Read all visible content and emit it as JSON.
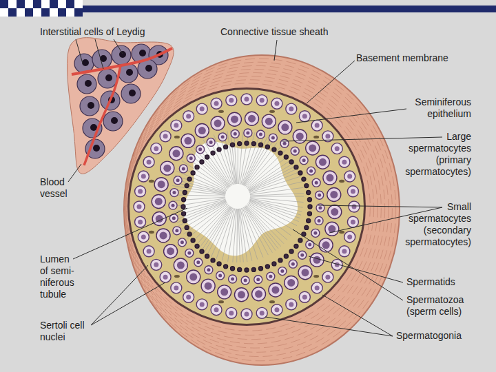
{
  "diagram": {
    "labels": [
      "Interstitial cells of Leydig",
      "Connective tissue sheath",
      "Basement membrane",
      "Seminiferous epithelium",
      "Large spermatocytes (primary spermatocytes)",
      "Small spermatocytes (secondary spermatocytes)",
      "Spermatids",
      "Spermatozoa (sperm cells)",
      "Spermatogonia",
      "Blood vessel",
      "Lumen of semi- niferous tubule",
      "Sertoli cell nuclei"
    ]
  }
}
